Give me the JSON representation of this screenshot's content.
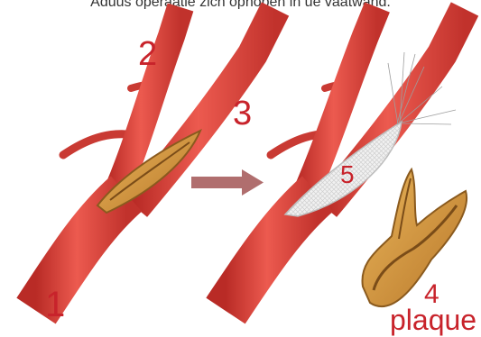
{
  "caption": "Aduus operaatie zich opnopen in ue vaatwand.",
  "labels": {
    "one": "1",
    "two": "2",
    "three": "3",
    "four": "4",
    "five": "5",
    "plaque": "plaque"
  },
  "icons": {
    "arrow": "right-arrow-icon"
  },
  "colors": {
    "artery": "#e0443c",
    "artery_dark": "#b92b26",
    "plaque": "#d9a23b",
    "label": "#c8232b",
    "arrow": "#b06e6e",
    "patch": "#eeeeee"
  }
}
